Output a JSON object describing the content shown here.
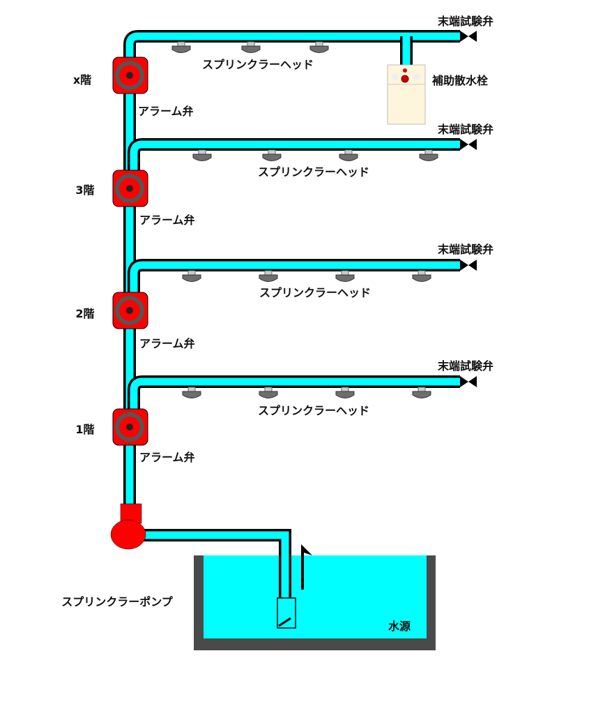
{
  "colors": {
    "water": "#00ffff",
    "pipe_outline": "#000000",
    "alarm_valve": "#ff0000",
    "tank_wall": "#4a4a4a",
    "head": "#6e6e6e",
    "hydrant": "#fdf5dc"
  },
  "floors": [
    {
      "label": "x階",
      "alarm_valve_label": "アラーム弁",
      "head_label": "スプリンクラーヘッド",
      "end_valve_label": "末端試験弁",
      "head_count": 3
    },
    {
      "label": "3階",
      "alarm_valve_label": "アラーム弁",
      "head_label": "スプリンクラーヘッド",
      "end_valve_label": "末端試験弁",
      "head_count": 4
    },
    {
      "label": "2階",
      "alarm_valve_label": "アラーム弁",
      "head_label": "スプリンクラーヘッド",
      "end_valve_label": "末端試験弁",
      "head_count": 4
    },
    {
      "label": "1階",
      "alarm_valve_label": "アラーム弁",
      "head_label": "スプリンクラーヘッド",
      "end_valve_label": "末端試験弁",
      "head_count": 4
    }
  ],
  "hydrant_label": "補助散水栓",
  "pump_label": "スプリンクラーポンプ",
  "water_source_label": "水源"
}
